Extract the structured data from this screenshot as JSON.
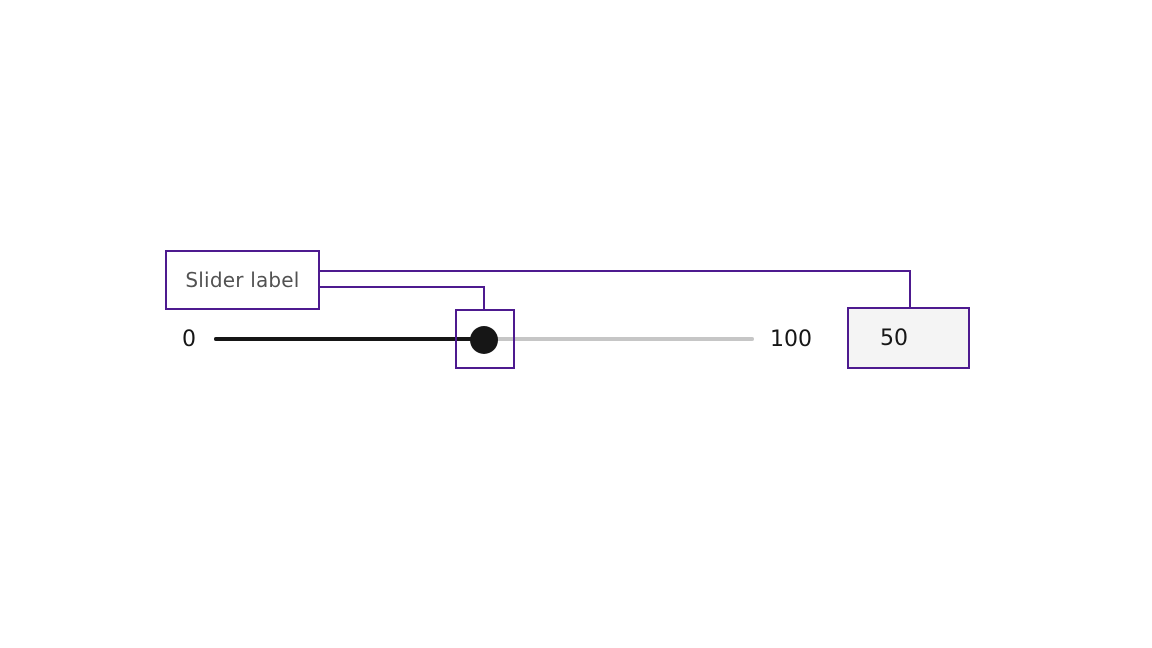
{
  "slider": {
    "label": "Slider label",
    "min_label": "0",
    "max_label": "100",
    "value": "50",
    "min": 0,
    "max": 100,
    "fill_fraction": 0.5
  },
  "colors": {
    "annotation_border": "#4d1a8f",
    "track_filled": "#161616",
    "track_empty": "#c6c6c6",
    "thumb": "#161616",
    "input_background": "#f4f4f4",
    "label_text": "#525252"
  }
}
